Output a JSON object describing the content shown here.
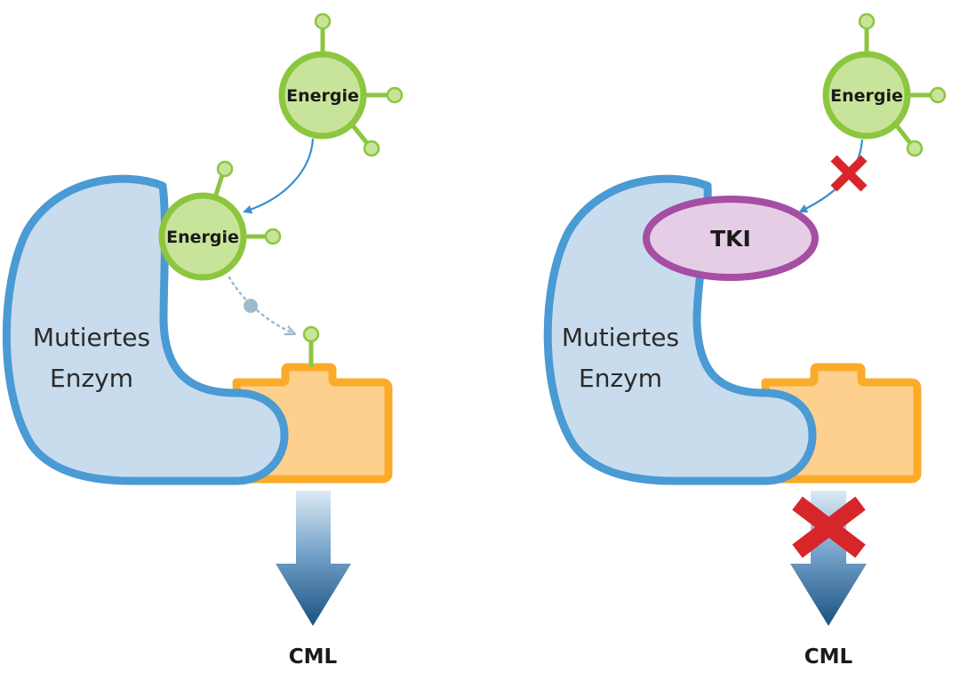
{
  "left_panel": {
    "enzyme_label_line1": "Mutiertes",
    "enzyme_label_line2": "Enzym",
    "energy_label_top": "Energie",
    "energy_label_bound": "Energie",
    "output_label": "CML"
  },
  "right_panel": {
    "enzyme_label_line1": "Mutiertes",
    "enzyme_label_line2": "Enzym",
    "energy_label": "Energie",
    "inhibitor_label": "TKI",
    "output_label": "CML"
  },
  "colors": {
    "enzyme_fill": "#c8dcee",
    "enzyme_stroke": "#4a9ad4",
    "substrate_fill": "#fed08e",
    "substrate_stroke": "#fbab2a",
    "energy_fill": "#c8e49a",
    "energy_stroke": "#8cc63f",
    "phosphate_fill": "#c8e49a",
    "tki_fill": "#e6cde6",
    "tki_stroke": "#a54ea3",
    "block_x": "#d7262a",
    "arrow_dark": "#1b5180",
    "arrow_light": "#dbeaf6",
    "connector_line": "#3a8fd0",
    "transfer_dots": "#9dbbcc"
  },
  "icons": {
    "block_small": "red-x-icon",
    "block_large": "red-x-icon"
  }
}
